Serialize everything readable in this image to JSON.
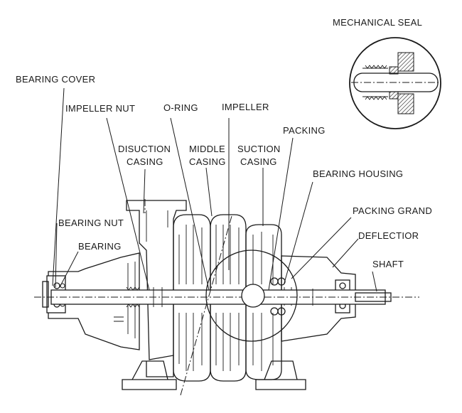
{
  "labels": {
    "mechanical_seal": "MECHANICAL SEAL",
    "bearing_cover": "BEARING COVER",
    "impeller_nut": "IMPELLER NUT",
    "o_ring": "O-RING",
    "impeller": "IMPELLER",
    "packing": "PACKING",
    "disuction_line1": "DISUCTION",
    "disuction_line2": "CASING",
    "middle_line1": "MIDDLE",
    "middle_line2": "CASING",
    "suction_line1": "SUCTION",
    "suction_line2": "CASING",
    "bearing_housing": "BEARING HOUSING",
    "bearing_nut": "BEARING NUT",
    "bearing": "BEARING",
    "packing_grand": "PACKING GRAND",
    "deflectior": "DEFLECTIOR",
    "shaft": "SHAFT"
  },
  "colors": {
    "ink": "#1a1a1a",
    "background": "#ffffff"
  }
}
